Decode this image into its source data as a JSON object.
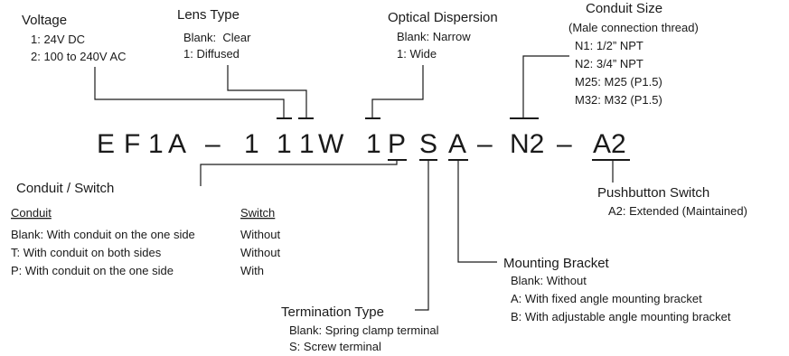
{
  "model_code": {
    "chars": [
      "E",
      "F",
      "1",
      "A",
      "–",
      "1",
      "1",
      "1",
      "W",
      "1",
      "P",
      "S",
      "A",
      "–",
      "N2",
      "–",
      "A2"
    ]
  },
  "voltage": {
    "title": "Voltage",
    "options": [
      "1: 24V DC",
      "2: 100 to 240V AC"
    ]
  },
  "lens_type": {
    "title": "Lens Type",
    "options": [
      "Blank:  Clear",
      "1: Diffused"
    ]
  },
  "optical_dispersion": {
    "title": "Optical Dispersion",
    "options": [
      "Blank: Narrow",
      "1: Wide"
    ]
  },
  "conduit_size": {
    "title": "Conduit Size",
    "subtitle": "(Male connection thread)",
    "options": [
      "N1: 1/2” NPT",
      "N2: 3/4” NPT",
      "M25: M25 (P1.5)",
      "M32: M32 (P1.5)"
    ]
  },
  "conduit_switch": {
    "title": "Conduit / Switch",
    "col_conduit": "Conduit",
    "col_switch": "Switch",
    "rows": [
      {
        "conduit": "Blank: With conduit on the one side",
        "switch": "Without"
      },
      {
        "conduit": "T: With conduit on both sides",
        "switch": "Without"
      },
      {
        "conduit": "P: With conduit on the one side",
        "switch": "With"
      }
    ]
  },
  "termination_type": {
    "title": "Termination Type",
    "options": [
      "Blank: Spring clamp terminal",
      "S: Screw terminal"
    ]
  },
  "mounting_bracket": {
    "title": "Mounting Bracket",
    "options": [
      "Blank: Without",
      "A: With fixed angle mounting bracket",
      "B: With adjustable angle mounting bracket"
    ]
  },
  "pushbutton_switch": {
    "title": "Pushbutton Switch",
    "options": [
      "A2: Extended (Maintained)"
    ]
  }
}
